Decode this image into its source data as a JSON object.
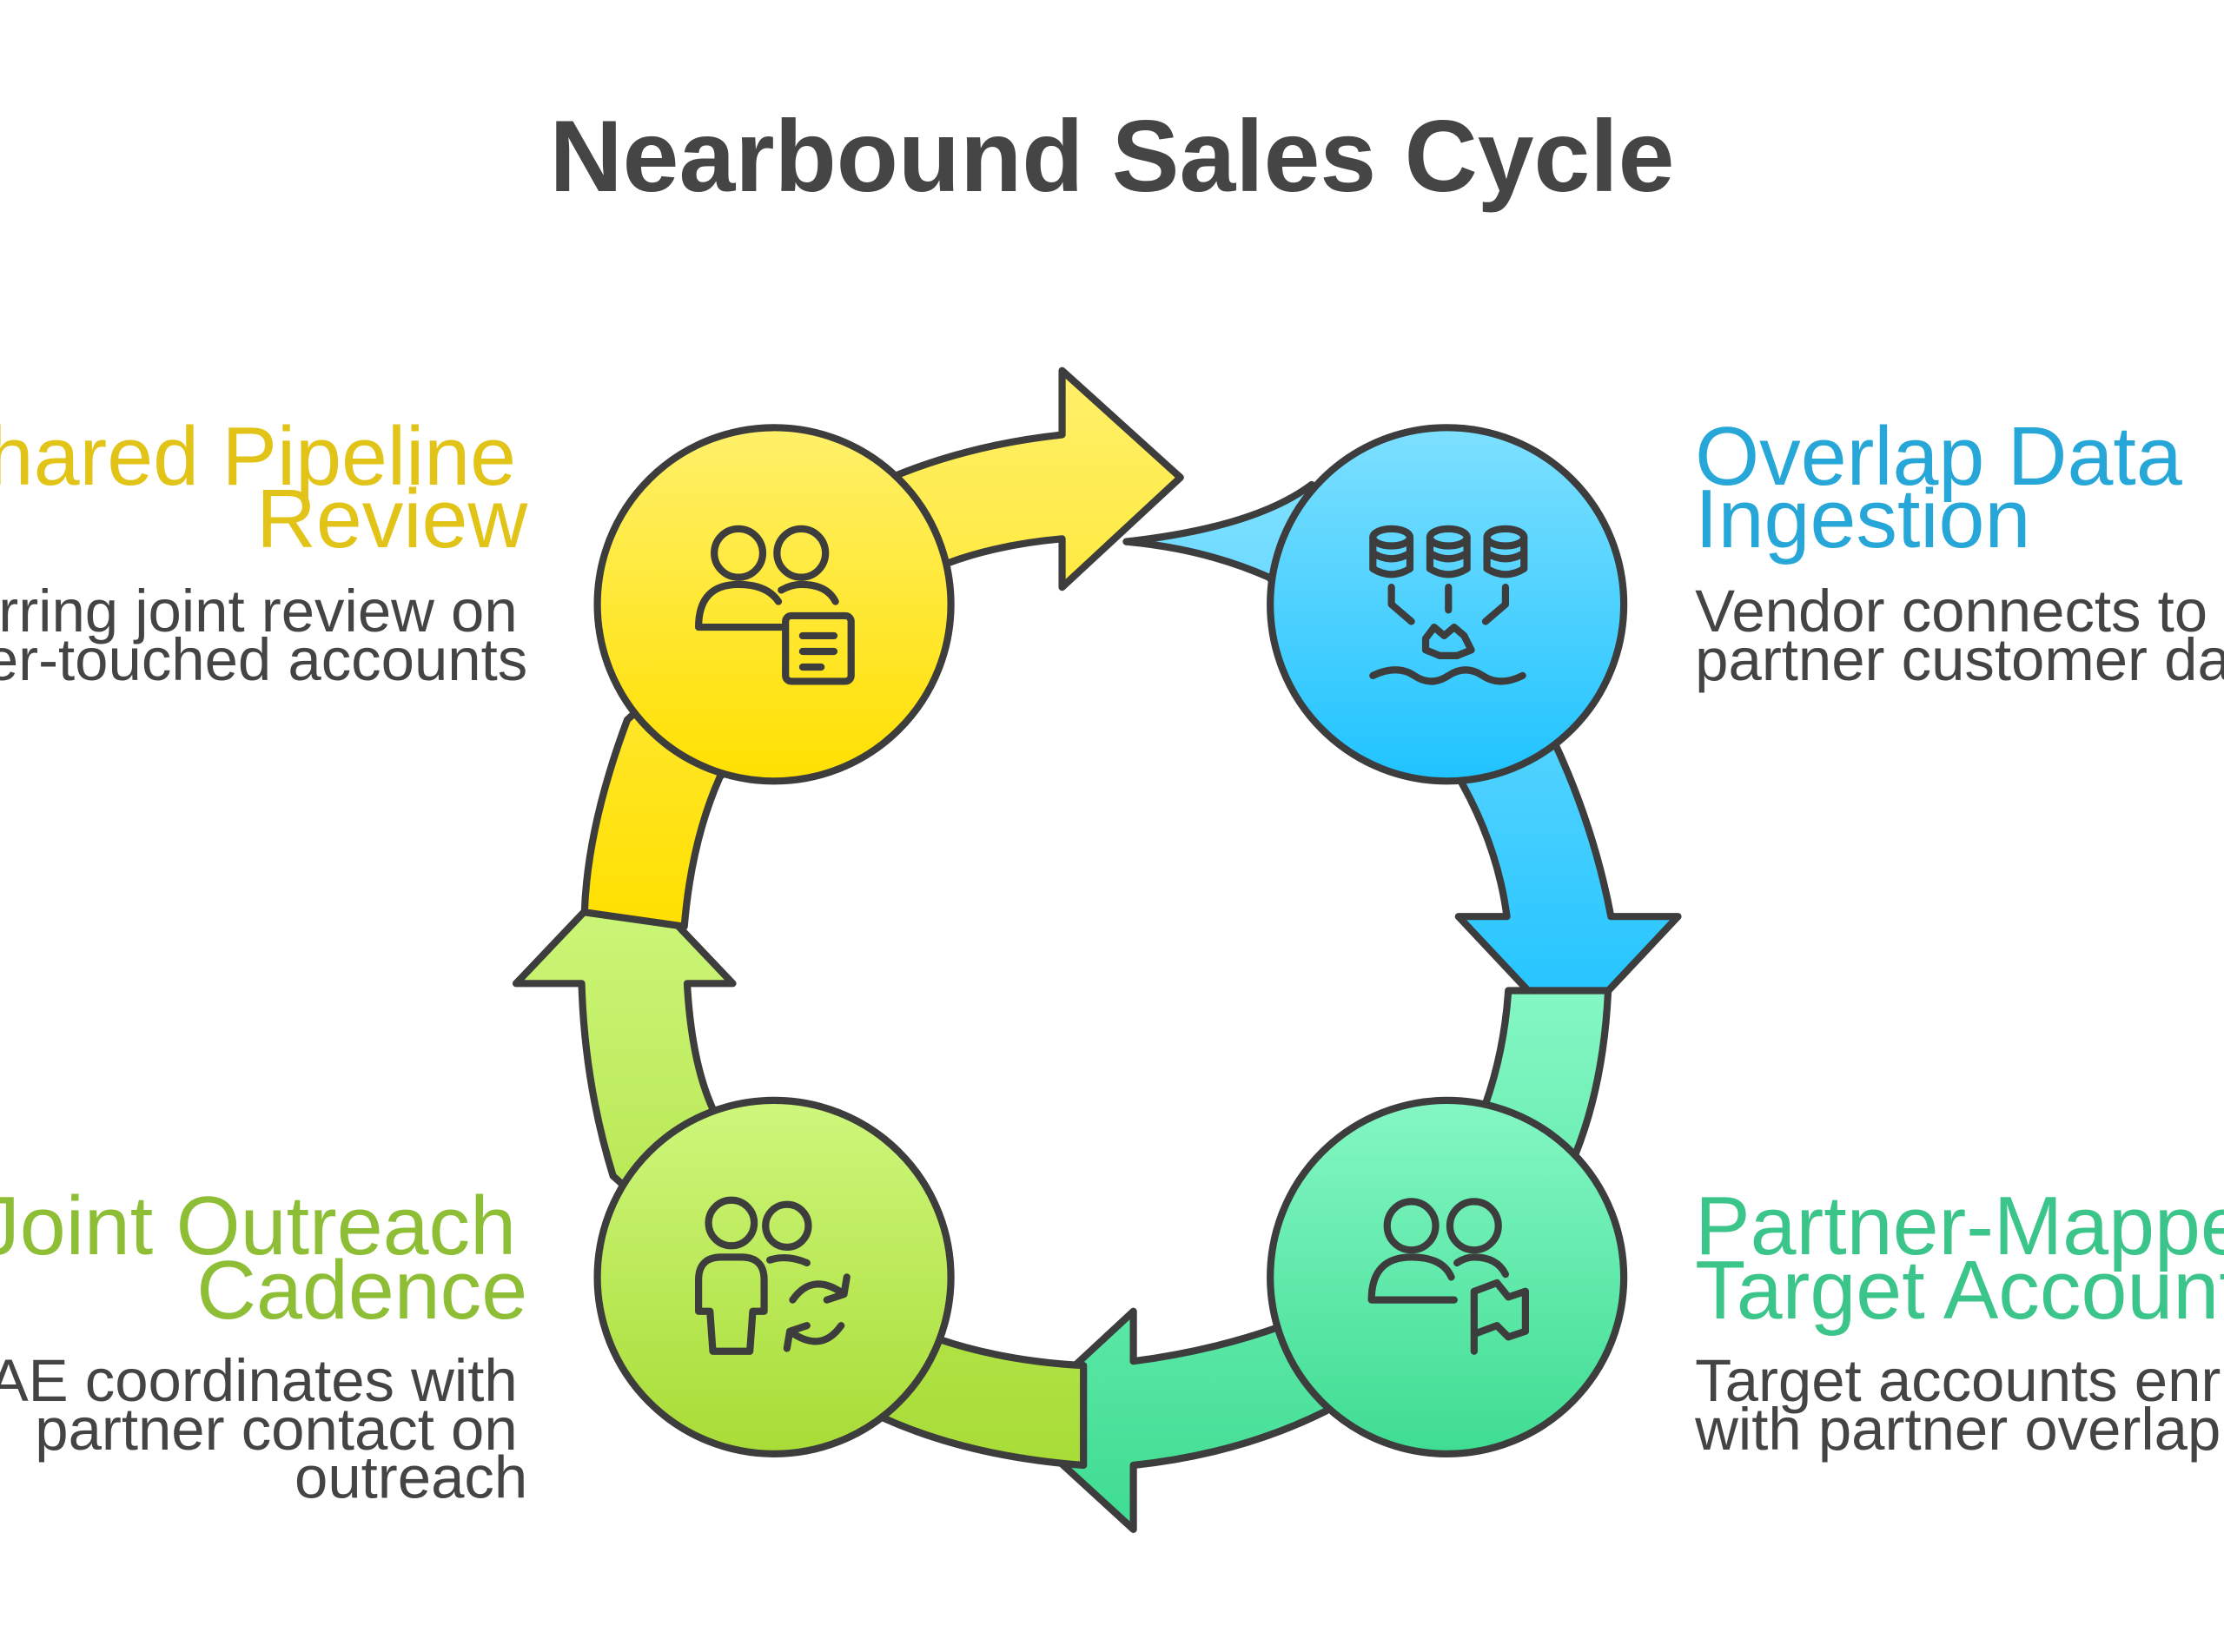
{
  "title": "Nearbound Sales Cycle",
  "colors": {
    "yellow_top": "#FFF06A",
    "yellow_bottom": "#FFE000",
    "blue_top": "#7EE0FF",
    "blue_bottom": "#1FC3FF",
    "teal_top": "#84F7C4",
    "teal_bottom": "#3FDC92",
    "green_top": "#CEF77C",
    "green_bottom": "#A8DC36",
    "outline": "#3D3D3D",
    "text_dark": "#454545"
  },
  "steps": {
    "shared_pipeline": {
      "title_line1": "Shared Pipeline",
      "title_line2": "Review",
      "desc_line1": "Recurring joint review on",
      "desc_line2": "partner-touched accounts",
      "title_color": "#E2C418",
      "icon": "people-document-icon"
    },
    "overlap_data": {
      "title_line1": "Overlap Data",
      "title_line2": "Ingestion",
      "desc_line1": "Vendor connects to",
      "desc_line2": "partner customer data",
      "title_color": "#27A6D8",
      "icon": "database-ingestion-icon"
    },
    "partner_mapped": {
      "title_line1": "Partner-Mapped",
      "title_line2": "Target Account List",
      "desc_line1": "Target accounts enriched",
      "desc_line2": "with partner overlap",
      "title_color": "#3CC58A",
      "icon": "people-flag-icon"
    },
    "joint_outreach": {
      "title_line1": "Joint Outreach",
      "title_line2": "Cadence",
      "desc_line1": "AE coordinates with",
      "desc_line2": "partner contact on",
      "desc_line3": "outreach",
      "title_color": "#8DBE36",
      "icon": "people-cycle-icon"
    }
  }
}
